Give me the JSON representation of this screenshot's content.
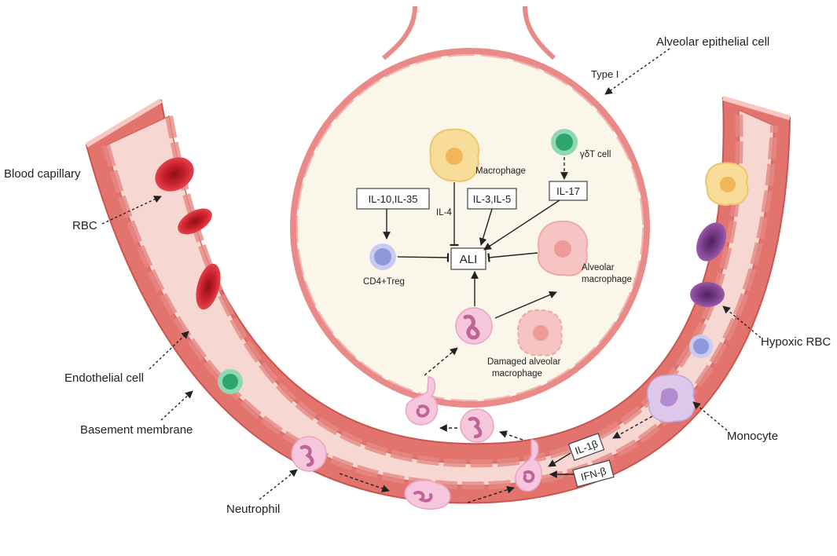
{
  "labels": {
    "alveolar_epithelial_cell": "Alveolar epithelial cell",
    "type_i": "Type I",
    "blood_capillary": "Blood capillary",
    "rbc": "RBC",
    "endothelial_cell": "Endothelial cell",
    "basement_membrane": "Basement membrane",
    "neutrophil": "Neutrophil",
    "hypoxic_rbc": "Hypoxic RBC",
    "monocyte": "Monocyte",
    "macrophage": "Macrophage",
    "gd_t_cell": "γδT cell",
    "il4": "IL-4",
    "cd4_treg": "CD4+Treg",
    "alveolar_macrophage_1": "Alveolar",
    "alveolar_macrophage_2": "macrophage",
    "damaged_macrophage_1": "Damaged alveolar",
    "damaged_macrophage_2": "macrophage"
  },
  "boxes": {
    "il10_il35": "IL-10,IL-35",
    "il3_il5": "IL-3,IL-5",
    "il17": "IL-17",
    "ali": "ALI",
    "il1b": "IL-1β",
    "ifnb": "IFN-β"
  },
  "colors": {
    "vessel_outer": "#e2736d",
    "vessel_inner": "#f7d7d2",
    "alveolus_fill": "#fbf6ea",
    "alveolus_border": "#e98a88",
    "rbc": "#c91f2b",
    "hypoxic_rbc": "#7b3f8c",
    "neutrophil": "#f3bcd4",
    "macrophage": "#f7dc9a",
    "treg": "#9fa7e0",
    "gdt": "#3db77f"
  }
}
